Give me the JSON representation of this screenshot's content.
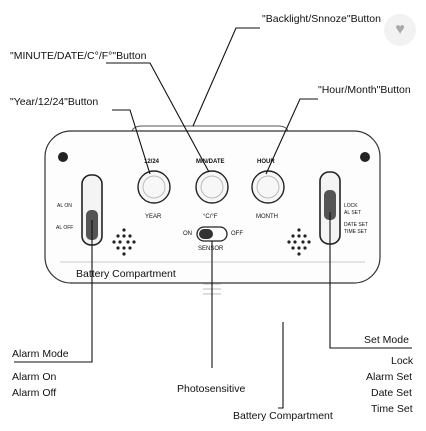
{
  "callouts": {
    "backlight_snooze": "\"Backlight/Snnoze\"Button",
    "minute_date": "\"MINUTE/DATE/C°/F°\"Button",
    "hour_month": "\"Hour/Month\"Button",
    "year_12_24": "\"Year/12/24\"Button",
    "battery_left": "Battery Compartment",
    "alarm_mode": "Alarm Mode",
    "alarm_on": "Alarm On",
    "alarm_off": "Alarm Off",
    "photosensitive": "Photosensitive",
    "battery_bottom": "Battery Compartment",
    "set_mode": "Set Mode",
    "lock": "Lock",
    "alarm_set": "Alarm Set",
    "date_set": "Date Set",
    "time_set": "Time Set"
  },
  "device": {
    "btn_12_24_top": "12/24",
    "btn_12_24_bottom": "YEAR",
    "btn_min_top": "MIN/DATE",
    "btn_min_bottom": "°C/°F",
    "btn_hour_top": "HOUR",
    "btn_hour_bottom": "MONTH",
    "al_on": "AL ON",
    "al_off": "AL OFF",
    "sensor_on": "ON",
    "sensor_off": "OFF",
    "sensor": "SENSOR",
    "lock": "LOCK",
    "al_set": "AL SET",
    "date_set": "DATE SET",
    "time_set": "TIME SET"
  },
  "favorite": {
    "icon": "heart-icon"
  }
}
